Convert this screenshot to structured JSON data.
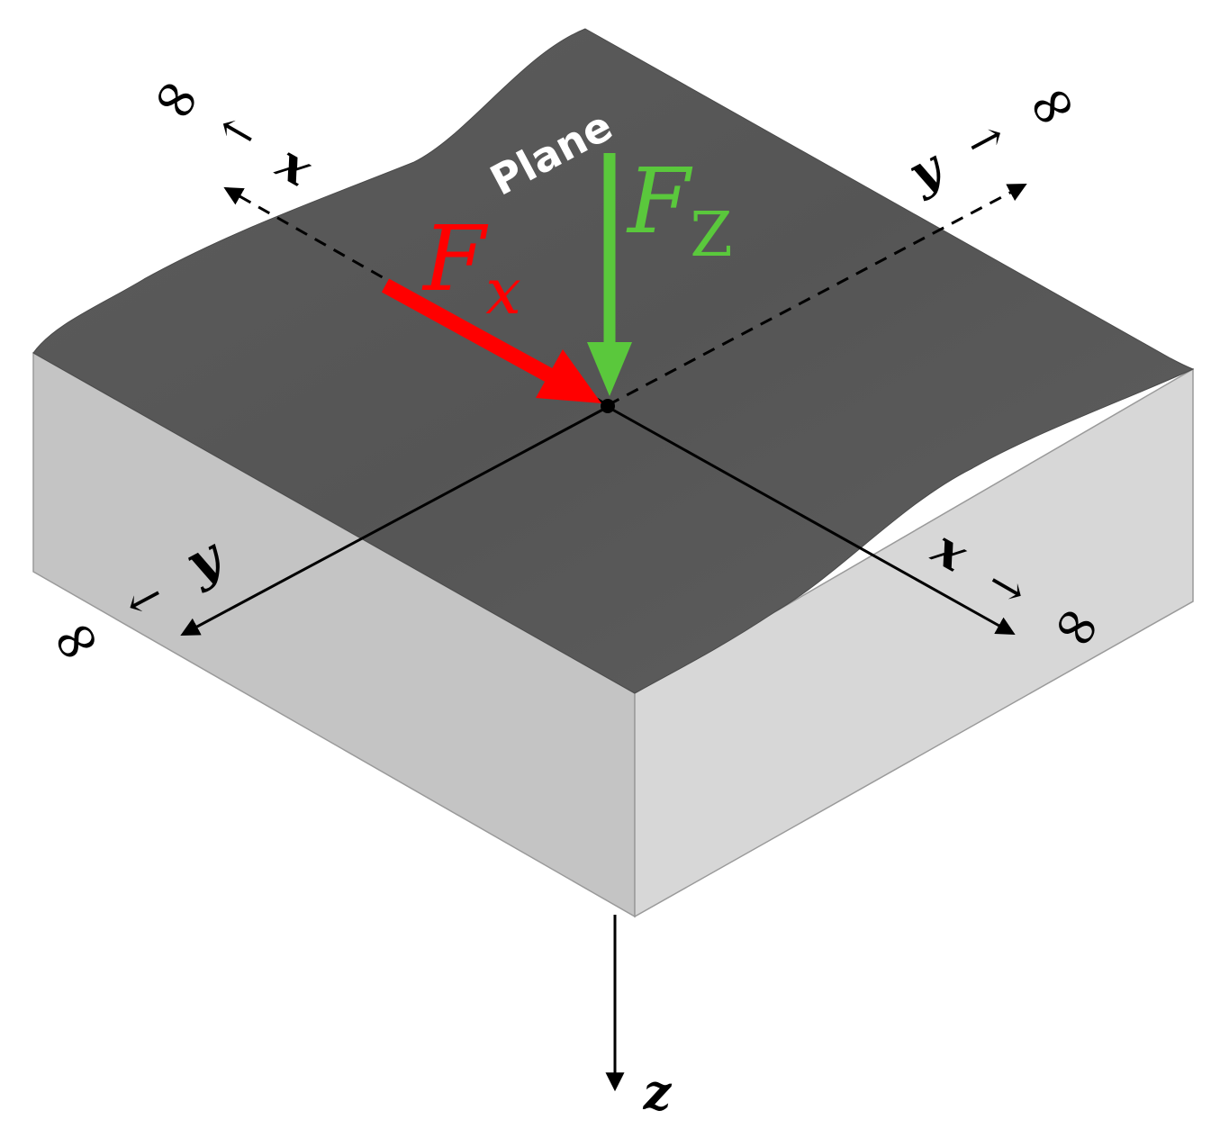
{
  "labels": {
    "plane": "Plane",
    "fx_main": "F",
    "fx_sub": "x",
    "fz_main": "F",
    "fz_sub": "Z",
    "axis_x": "x",
    "axis_y": "y",
    "axis_z": "z",
    "infinity": "∞",
    "arrow_left": "←",
    "arrow_right": "→"
  },
  "colors": {
    "top_surface": "#5a5a5a",
    "left_face": "#c4c4c4",
    "right_face": "#d7d7d7",
    "fx_arrow": "#ff0000",
    "fz_arrow": "#5ac83c",
    "plane_label": "#ffffff",
    "axis": "#000000"
  }
}
